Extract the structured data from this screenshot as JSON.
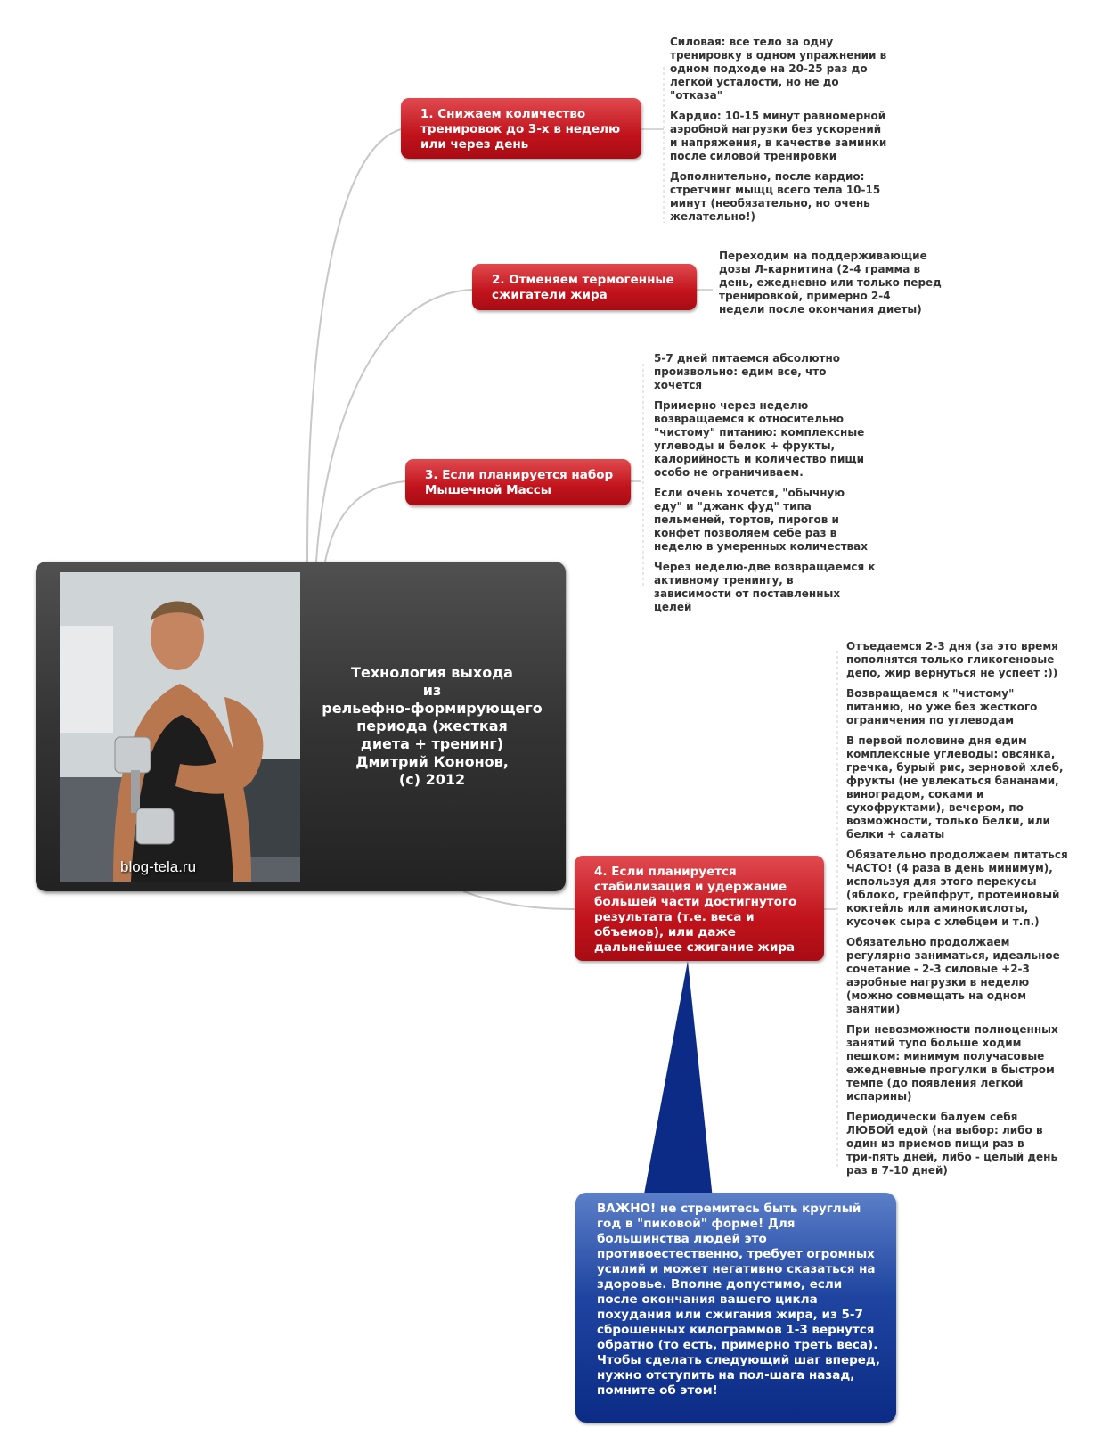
{
  "center": {
    "title": "Технология выхода\nиз\nрельефно-формирующего\nпериода (жесткая\nдиета + тренинг)\nДмитрий Кононов,\n(с) 2012",
    "watermark": "blog-tela.ru",
    "photo_icon": "bodybuilder-photo"
  },
  "branches": [
    {
      "label": "1. Снижаем количество тренировок до 3-х в неделю или через день",
      "notes": [
        "Силовая: все тело за одну\nтренировку в одном упражнении в\nодном подходе на 20-25 раз до\nлегкой усталости, но не до\n\"отказа\"",
        "Кардио: 10-15 минут равномерной\nаэробной нагрузки без ускорений\nи напряжения, в качестве заминки\nпосле силовой тренировки",
        "Дополнительно, после кардио:\nстретчинг мыщц всего тела 10-15\nминут (необязательно, но очень\nжелательно!)"
      ]
    },
    {
      "label": "2. Отменяем термогенные сжигатели жира",
      "notes": [
        "Переходим на поддерживающие\nдозы Л-карнитина (2-4 грамма в\nдень, ежедневно или только перед\nтренировкой, примерно 2-4\nнедели после окончания диеты)"
      ]
    },
    {
      "label": "3. Если планируется набор Мышечной Массы",
      "notes": [
        "5-7 дней питаемся абсолютно\nпроизвольно: едим все, что\nхочется",
        "Примерно через неделю\nвозвращаемся к относительно\n\"чистому\" питанию: комплексные\nуглеводы и белок + фрукты,\nкалорийность и количество пищи\nособо не ограничиваем.",
        "Если очень хочется, \"обычную\nеду\" и \"джанк фуд\" типа\nпельменей, тортов, пирогов и\nконфет позволяем себе раз в\nнеделю в умеренных количествах",
        "Через неделю-две возвращаемся к\nактивному тренингу, в\nзависимости от поставленных\nцелей"
      ]
    },
    {
      "label": "4. Если планируется стабилизация и удержание большей части достигнутого результата (т.е. веса и объемов), или даже дальнейшее сжигание жира",
      "notes": [
        "Отъедаемся 2-3 дня (за это время\nпополнятся только гликогеновые\nдепо, жир вернуться не успеет :))",
        "Возвращаемся к \"чистому\"\nпитанию, но уже без жесткого\nограничения по углеводам",
        "В первой половине дня едим\nкомплексные углеводы: овсянка,\nгречка, бурый рис, зерновой хлеб,\nфрукты (не увлекаться бананами,\nвиноградом, соками и\nсухофруктами), вечером, по\nвозможности, только белки, или\nбелки + салаты",
        "Обязательно продолжаем питаться\nЧАСТО! (4 раза в день минимум),\nиспользуя для этого перекусы\n(яблоко, грейпфрут, протеиновый\nкоктейль или аминокислоты,\nкусочек сыра с хлебцем и т.п.)",
        "Обязательно продолжаем\nрегулярно заниматься, идеальное\nсочетание - 2-3 силовые +2-3\nаэробные нагрузки в неделю\n(можно совмещать на одном\nзанятии)",
        "При невозможности полноценных\nзанятий тупо больше ходим\nпешком: минимум получасовые\nежедневные прогулки в быстром\nтемпе (до появления легкой\nиспарины)",
        "Периодически балуем себя\nЛЮБОЙ едой (на выбор: либо в\nодин из приемов пищи раз в\nтри-пять дней, либо - целый день\nраз в 7-10 дней)"
      ]
    }
  ],
  "callout": {
    "text": "ВАЖНО! не стремитесь быть круглый год в \"пиковой\" форме! Для большинства людей это противоестественно, требует огромных усилий и может негативно сказаться на здоровье. Вполне допустимо, если после окончания вашего цикла похудания или сжигания жира, из 5-7 сброшенных килограммов 1-3 вернутся обратно (то есть, примерно треть веса). Чтобы сделать следующий шаг вперед, нужно отступить на пол-шага назад, помните об этом!"
  },
  "colors": {
    "branch_node": "#c1131c",
    "center_node": "#343434",
    "callout": "#1f45a0",
    "connector": "#c8c8c8"
  }
}
